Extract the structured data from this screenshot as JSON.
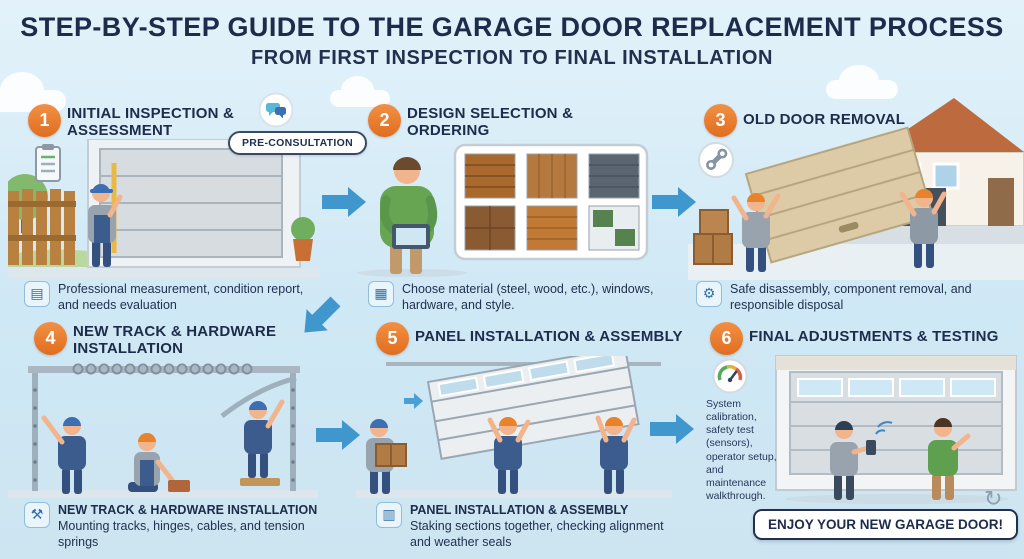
{
  "header": {
    "title": "STEP-BY-STEP GUIDE TO THE GARAGE DOOR REPLACEMENT PROCESS",
    "subtitle": "FROM FIRST INSPECTION TO FINAL INSTALLATION"
  },
  "steps": [
    {
      "number": "1",
      "title": "INITIAL INSPECTION & ASSESSMENT",
      "badge": "PRE-CONSULTATION",
      "icon_glyph": "▤",
      "caption": "Professional measurement, condition report, and needs evaluation"
    },
    {
      "number": "2",
      "title": "DESIGN SELECTION & ORDERING",
      "icon_glyph": "▦",
      "caption": "Choose material (steel, wood, etc.), windows, hardware, and style."
    },
    {
      "number": "3",
      "title": "OLD DOOR REMOVAL",
      "icon_glyph": "⚙",
      "caption": "Safe disassembly, component removal, and responsible disposal"
    },
    {
      "number": "4",
      "title": "NEW TRACK & HARDWARE INSTALLATION",
      "icon_glyph": "⚒",
      "caption_title": "NEW TRACK & HARDWARE INSTALLATION",
      "caption": "Mounting tracks, hinges, cables, and tension springs"
    },
    {
      "number": "5",
      "title": "PANEL INSTALLATION & ASSEMBLY",
      "icon_glyph": "▥",
      "caption_title": "PANEL INSTALLATION & ASSEMBLY",
      "caption": "Staking sections together, checking alignment and weather seals"
    },
    {
      "number": "6",
      "title": "FINAL ADJUSTMENTS & TESTING",
      "side_note": "System calibration, safety test (sensors), operator setup, and maintenance walkthrough.",
      "footer_badge": "ENJOY YOUR NEW GARAGE DOOR!"
    }
  ],
  "watermark_icon": "↻",
  "colors": {
    "accent_orange": "#e8762c",
    "arrow_blue": "#3f97cd",
    "text_dark": "#1d2c4b",
    "background_sky": "#cfe8f5",
    "badge_border": "#3a4a66"
  }
}
